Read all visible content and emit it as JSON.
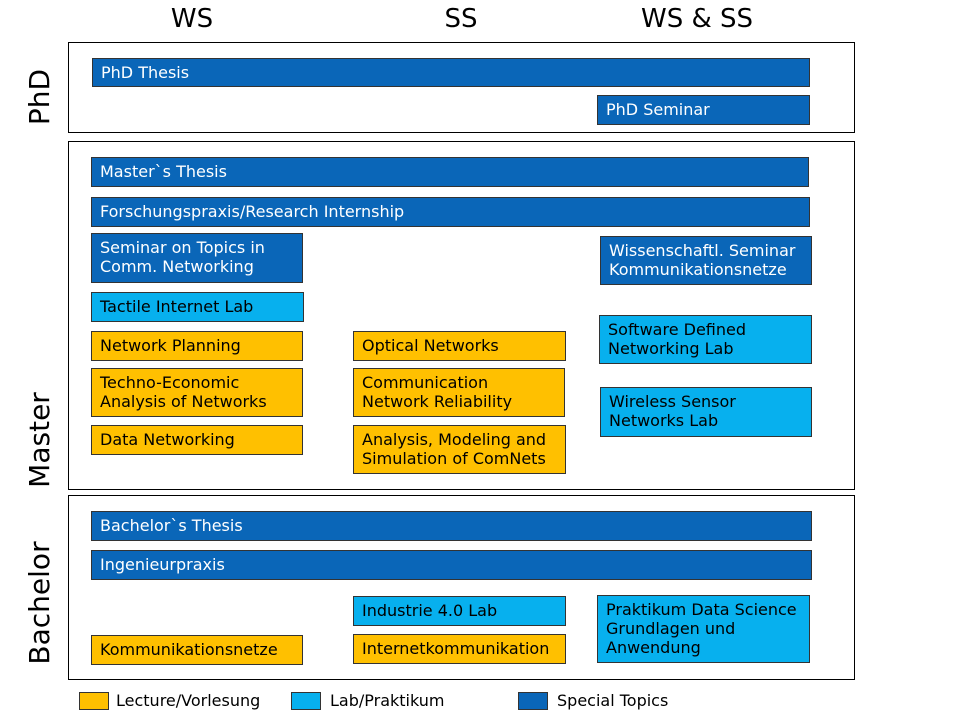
{
  "columns": {
    "ws": "WS",
    "ss": "SS",
    "ws_ss": "WS & SS"
  },
  "sections": {
    "phd": "PhD",
    "master": "Master",
    "bachelor": "Bachelor"
  },
  "colors": {
    "special": "#0a66b8",
    "lab": "#07b0ee",
    "lecture": "#ffc000"
  },
  "phd": {
    "thesis": "PhD Thesis",
    "seminar": "PhD Seminar"
  },
  "master": {
    "thesis": "Master`s Thesis",
    "research": "Forschungspraxis/Research Internship",
    "seminar_topics": "Seminar on Topics in Comm. Networking",
    "wiss_seminar": "Wissenschaftl. Seminar Kommunikationsnetze",
    "tactile_lab": "Tactile Internet Lab",
    "network_planning": "Network Planning",
    "optical_networks": "Optical Networks",
    "sdn_lab": "Software Defined Networking Lab",
    "techno_economic": "Techno-Economic Analysis of Networks",
    "comm_reliability": "Communication Network Reliability",
    "wsn_lab": "Wireless Sensor Networks Lab",
    "data_networking": "Data Networking",
    "analysis_modeling": "Analysis, Modeling and Simulation of ComNets"
  },
  "bachelor": {
    "thesis": "Bachelor`s Thesis",
    "ingenieurpraxis": "Ingenieurpraxis",
    "industrie_lab": "Industrie 4.0 Lab",
    "praktikum_ds": "Praktikum Data Science Grundlagen und Anwendung",
    "kommunikationsnetze": "Kommunikationsnetze",
    "internetkommunikation": "Internetkommunikation"
  },
  "legend": {
    "lecture": "Lecture/Vorlesung",
    "lab": "Lab/Praktikum",
    "special": "Special Topics"
  }
}
